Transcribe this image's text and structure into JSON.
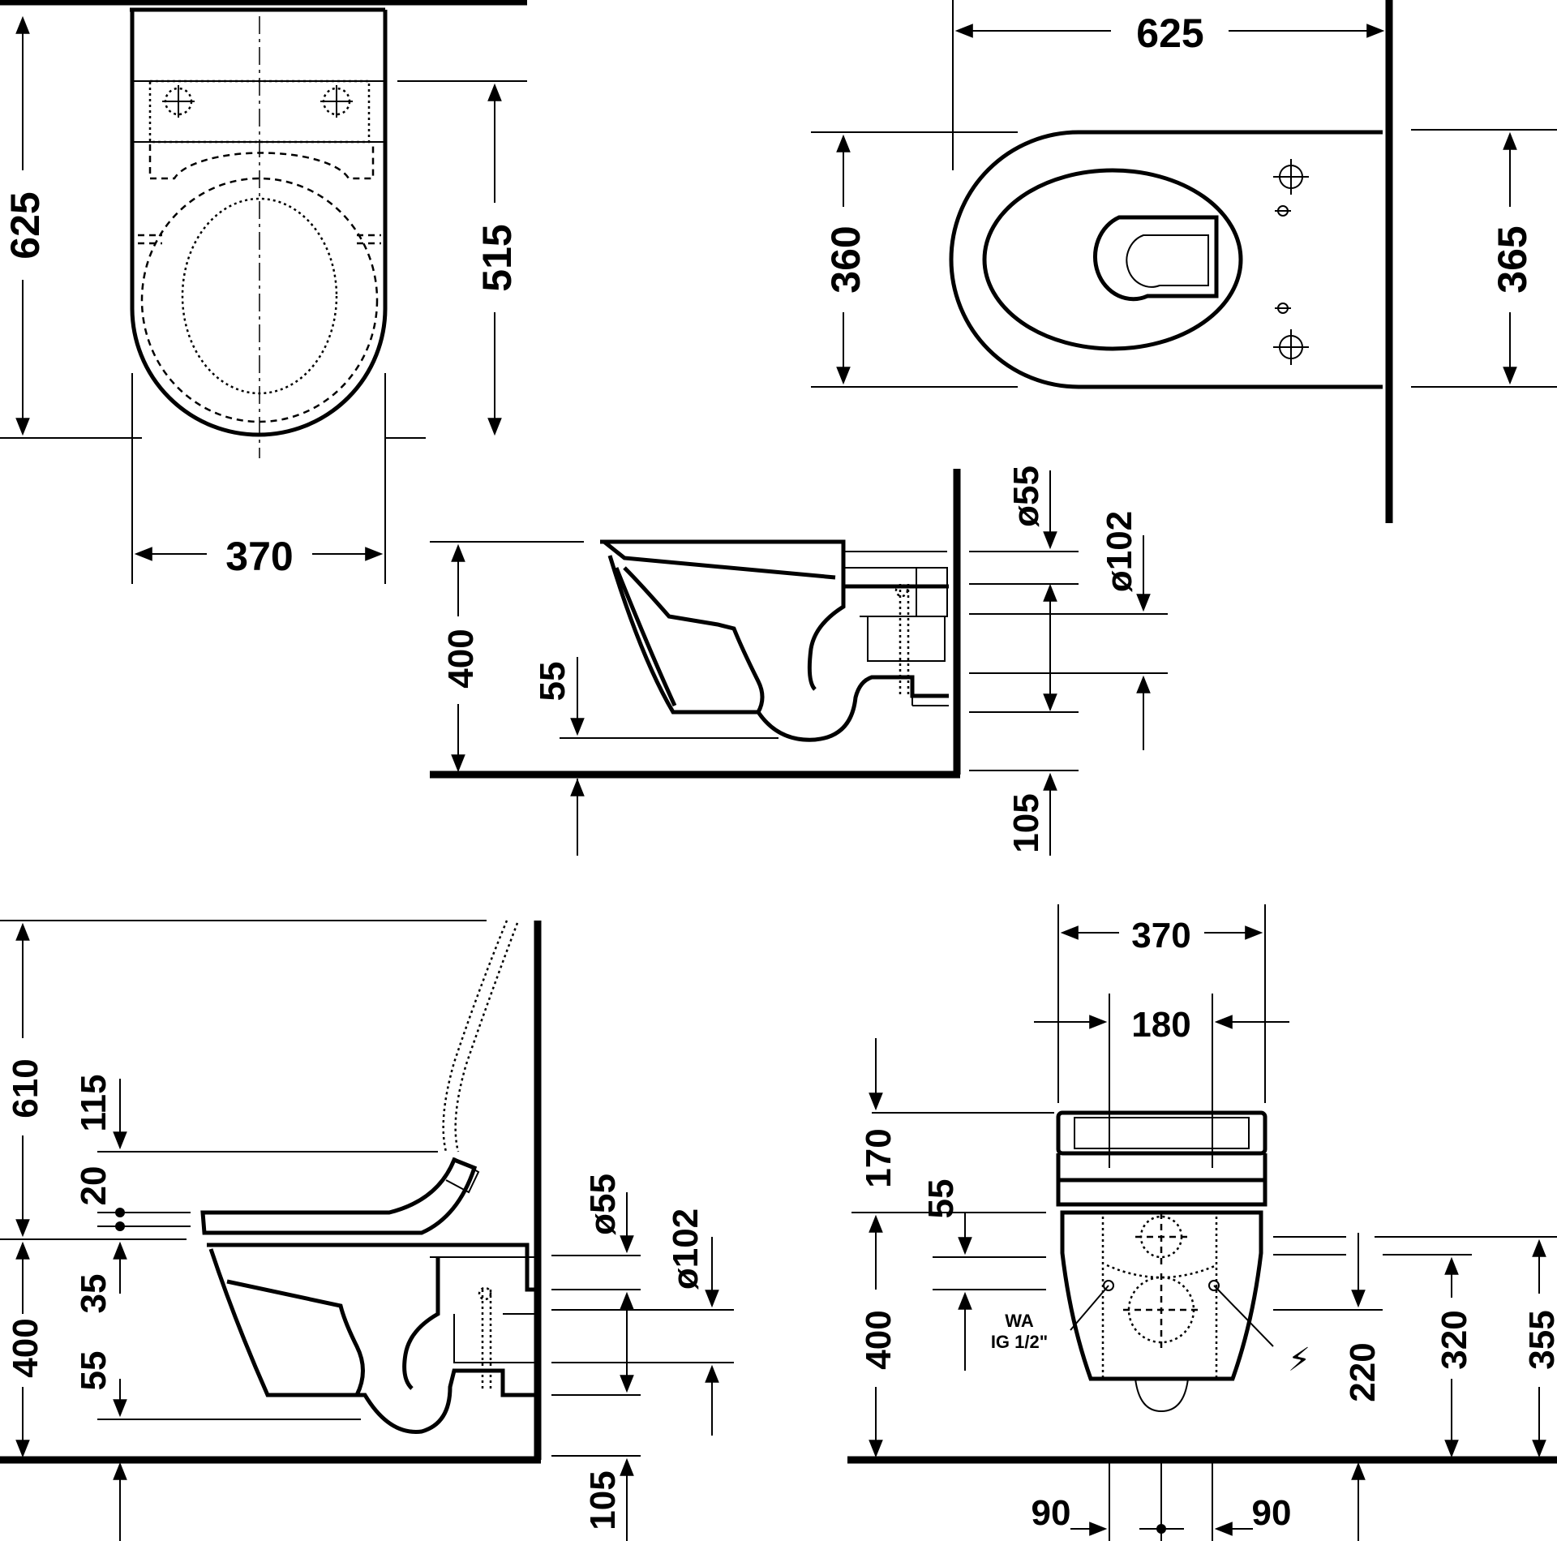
{
  "drawing": {
    "top_view": {
      "total_length": "625",
      "seat_length": "515",
      "width": "370"
    },
    "bottom_view": {
      "length": "625",
      "front_width": "360",
      "rear_width": "365"
    },
    "side_view": {
      "height": "400",
      "offset": "55",
      "outlet_diameter": "ø102",
      "inlet_diameter": "ø55",
      "outlet_height": "105"
    },
    "side_view_with_seat": {
      "seat_height_total": "610",
      "lid_clearance": "115",
      "seat_thickness": "20",
      "rim_offset": "35",
      "height": "400",
      "offset": "55",
      "inlet_diameter": "ø55",
      "outlet_diameter": "ø102",
      "outlet_height": "105"
    },
    "rear_view": {
      "width": "370",
      "fixing_spacing": "180",
      "top_height": "170",
      "offset": "55",
      "height": "400",
      "water_label_1": "WA",
      "water_label_2": "IG 1/2\"",
      "electrical_symbol": "⚡",
      "outlet_height": "220",
      "fixing_height": "320",
      "upper_height": "355",
      "left_spacing": "90",
      "right_spacing": "90"
    }
  }
}
